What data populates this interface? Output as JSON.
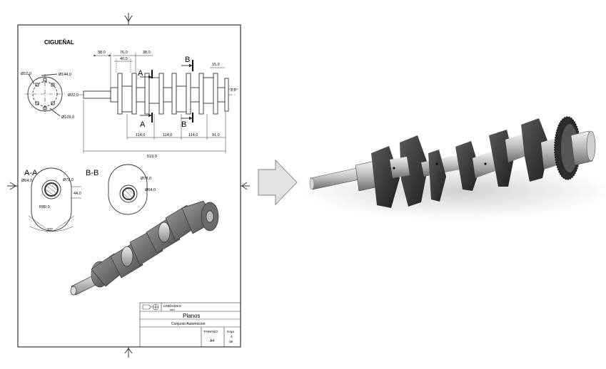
{
  "sheet": {
    "part_title": "CIGUEÑAL",
    "top_dims": [
      "38,0",
      "76,0",
      "38,0",
      "40,0"
    ],
    "left_diameters": [
      "Ø10,0",
      "Ø144,0",
      "Ø32,0",
      "Ø109,0"
    ],
    "right_dims": [
      "15,0",
      "2,0"
    ],
    "cut_letters": [
      "A",
      "B",
      "A",
      "B"
    ],
    "bottom_dims": [
      "114,0",
      "114,0",
      "114,0",
      "91,0"
    ],
    "total_dim": "619,0"
  },
  "section_aa": {
    "label": "A-A",
    "dims": [
      "Ø64,0",
      "Ø72,0",
      "44,0",
      "R80,0",
      "33°"
    ]
  },
  "section_bb": {
    "label": "B-B",
    "dims": [
      "Ø78,0",
      "Ø64,0"
    ]
  },
  "title_block": {
    "units_label": "UNIDADES",
    "units_value": "mm",
    "title": "Planos",
    "subtitle": "Conjunto Automocion",
    "size_label": "TAMAÑO",
    "size_value": "A4",
    "sheet_label": "Hoja",
    "sheet_value": "4",
    "sheet_of": "de"
  },
  "colors": {
    "line": "#333333",
    "arrow_fill": "#e3e3e3",
    "arrow_stroke": "#9a9a9a",
    "metal_dark": "#3a3a3a",
    "metal_light": "#c9c9c9"
  },
  "icons": [
    "projection-symbol-icon",
    "process-arrow-icon"
  ]
}
